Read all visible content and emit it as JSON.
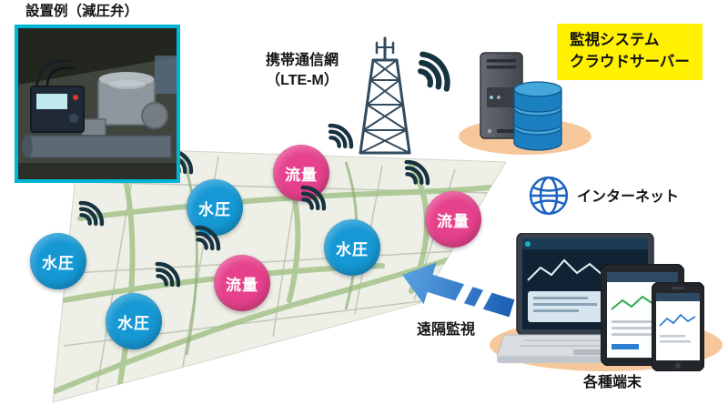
{
  "labels": {
    "installation_example": "設置例（減圧弁）",
    "mobile_network_1": "携帯通信網",
    "mobile_network_2": "（LTE-M）",
    "cloud_1": "監視システム",
    "cloud_2": "クラウドサーバー",
    "internet": "インターネット",
    "remote_monitoring": "遠隔監視",
    "terminals": "各種端末"
  },
  "sensors": [
    {
      "id": "pressure-1",
      "type": "water-pressure",
      "label": "水圧"
    },
    {
      "id": "pressure-2",
      "type": "water-pressure",
      "label": "水圧"
    },
    {
      "id": "flow-1",
      "type": "flow-rate",
      "label": "流量"
    },
    {
      "id": "flow-2",
      "type": "flow-rate",
      "label": "流量"
    },
    {
      "id": "pressure-3",
      "type": "water-pressure",
      "label": "水圧"
    },
    {
      "id": "pressure-4",
      "type": "water-pressure",
      "label": "水圧"
    },
    {
      "id": "flow-3",
      "type": "flow-rate",
      "label": "流量"
    }
  ],
  "colors": {
    "pressure": "#1598d4",
    "flow": "#e6418c",
    "cloudbox": "#fff100",
    "ground": "#f6c79a",
    "arrowblue": "#2a77c8",
    "mapbg": "#eef0e8",
    "roadgreen": "#a4c38a",
    "signal": "#17333f"
  }
}
